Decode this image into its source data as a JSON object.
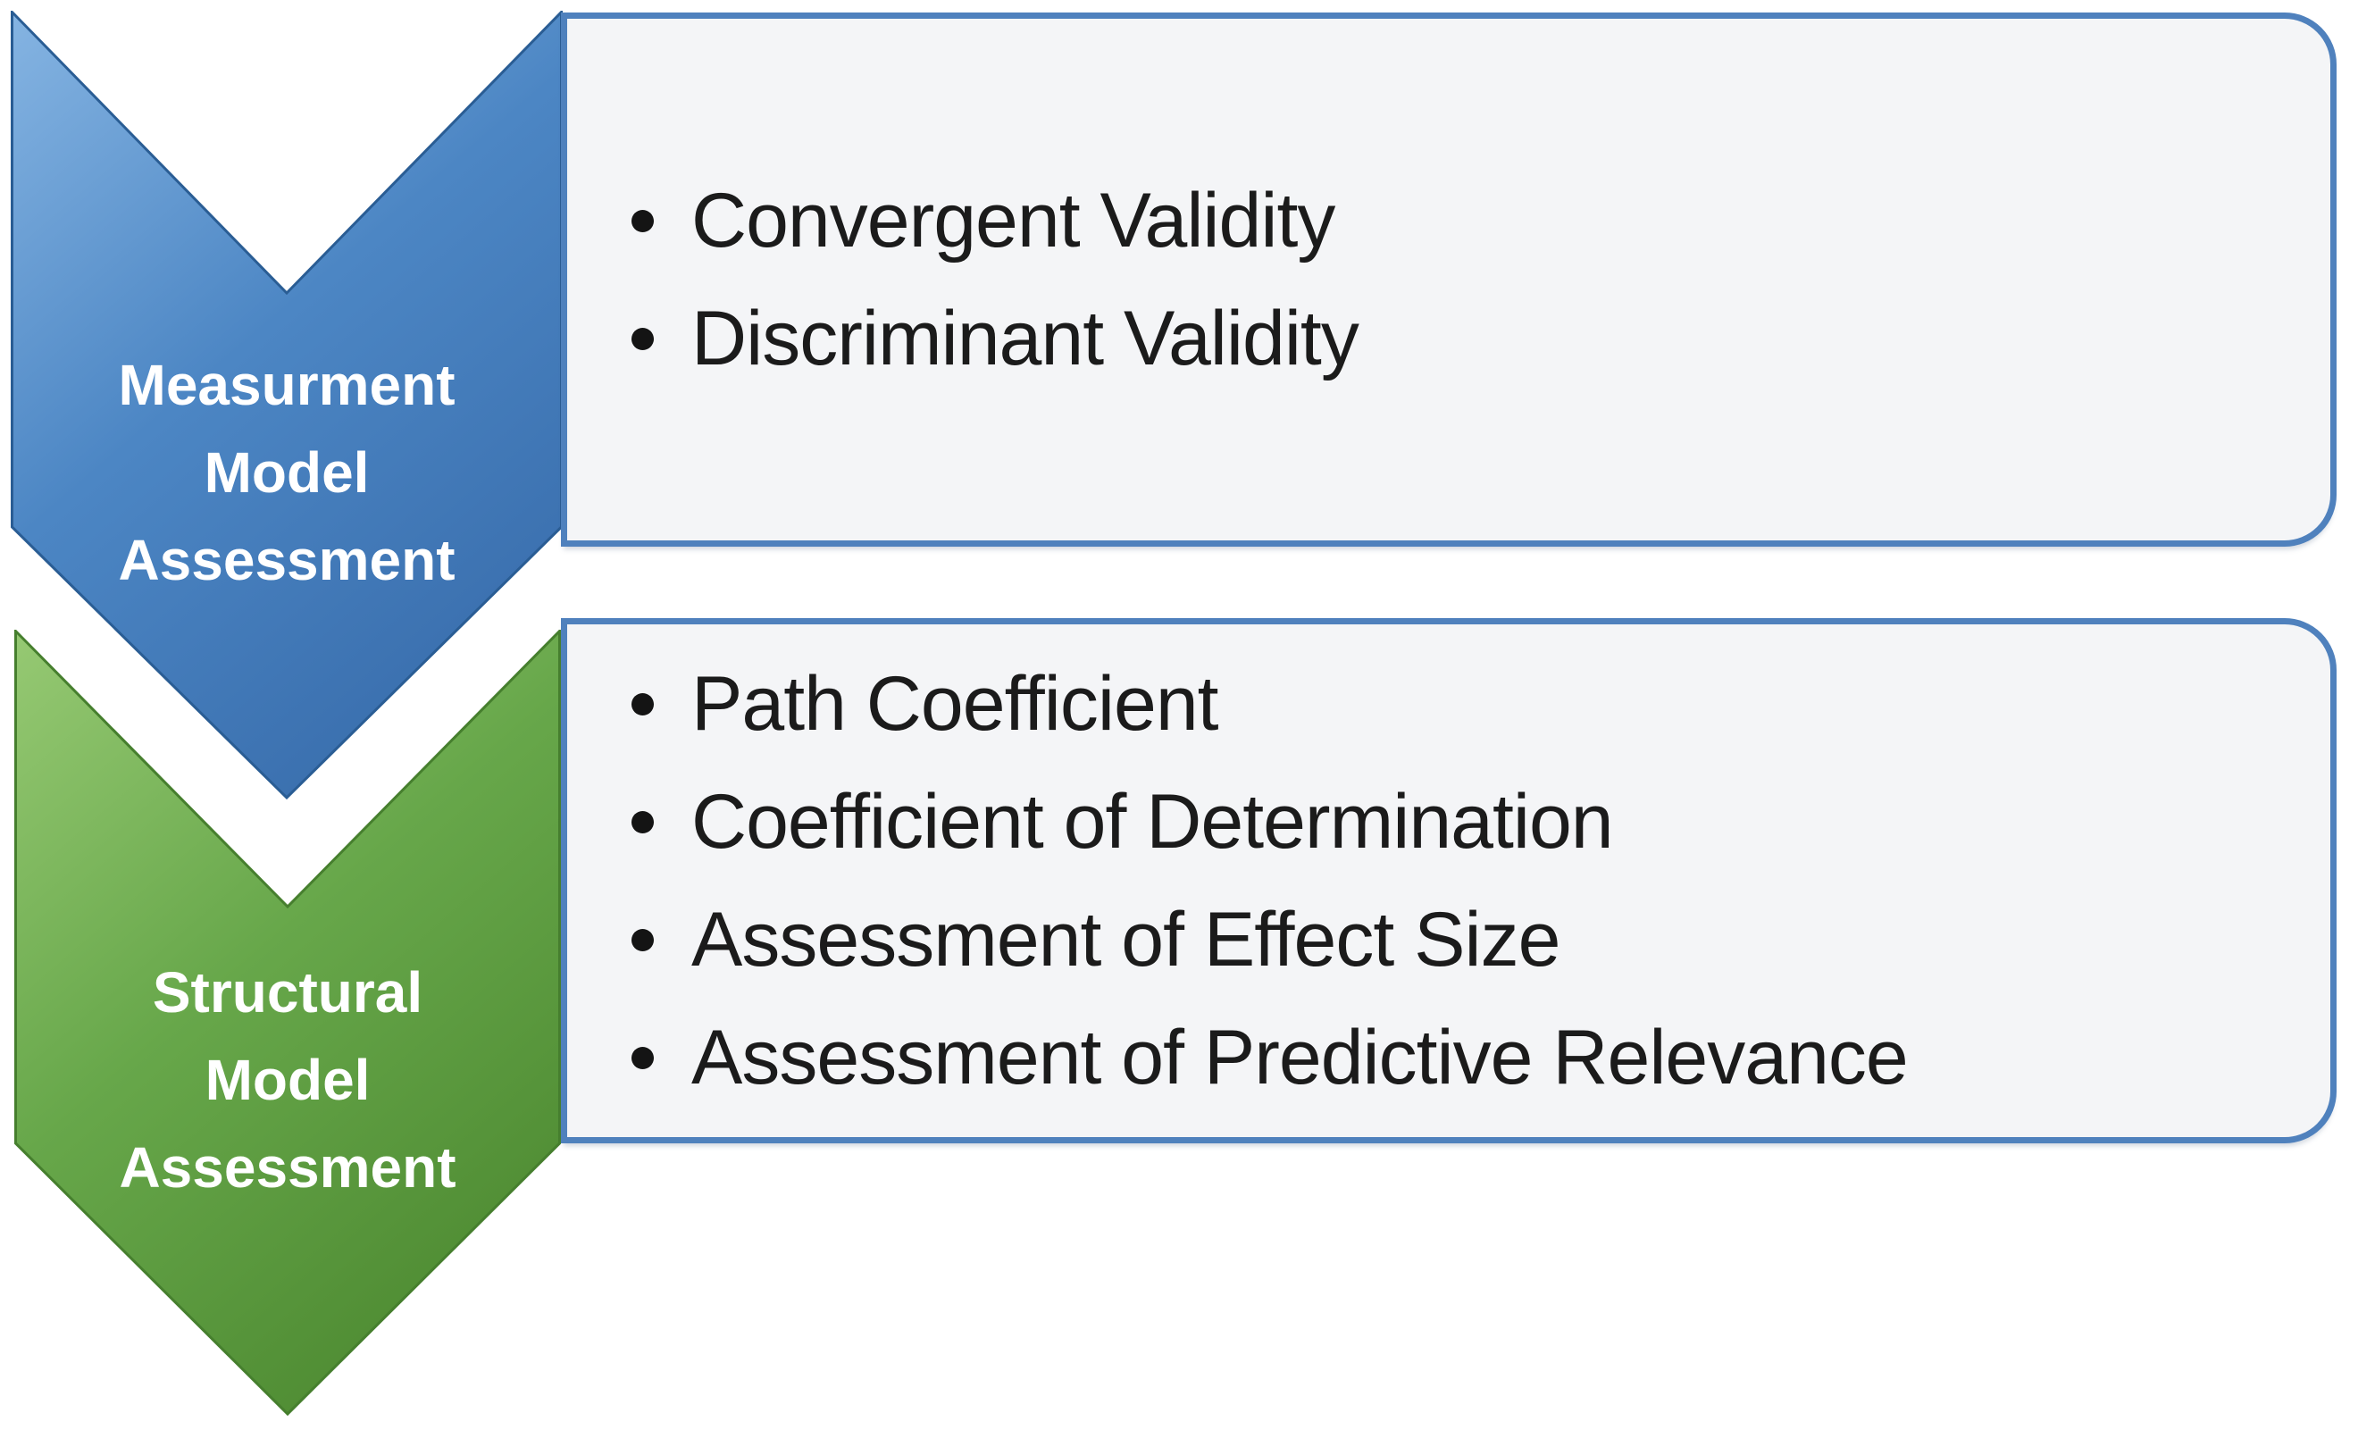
{
  "steps": [
    {
      "id": "measurement-model-assessment",
      "label_lines": [
        "Measurment",
        "Model",
        "Assessment"
      ],
      "bullets": [
        "Convergent Validity",
        "Discriminant Validity"
      ],
      "colors": {
        "fill_light": "#85b4e2",
        "fill_mid": "#4c86c4",
        "fill_dark": "#3a6fae",
        "stroke": "#2a5d94",
        "text": "#ffffff"
      }
    },
    {
      "id": "structural-model-assessment",
      "label_lines": [
        "Structural",
        "Model",
        "Assessment"
      ],
      "bullets": [
        "Path Coefficient",
        "Coefficient of Determination",
        "Assessment of Effect Size",
        "Assessment of Predictive Relevance"
      ],
      "colors": {
        "fill_light": "#96c973",
        "fill_mid": "#67a74a",
        "fill_dark": "#4f8c33",
        "stroke": "#467f2e",
        "text": "#ffffff"
      }
    }
  ],
  "panel": {
    "border_color": "#4f81bd",
    "fill": "#f4f5f7",
    "text_color": "#1b1b1b",
    "bullet_color": "#141414",
    "bullet_icon": "dot"
  }
}
